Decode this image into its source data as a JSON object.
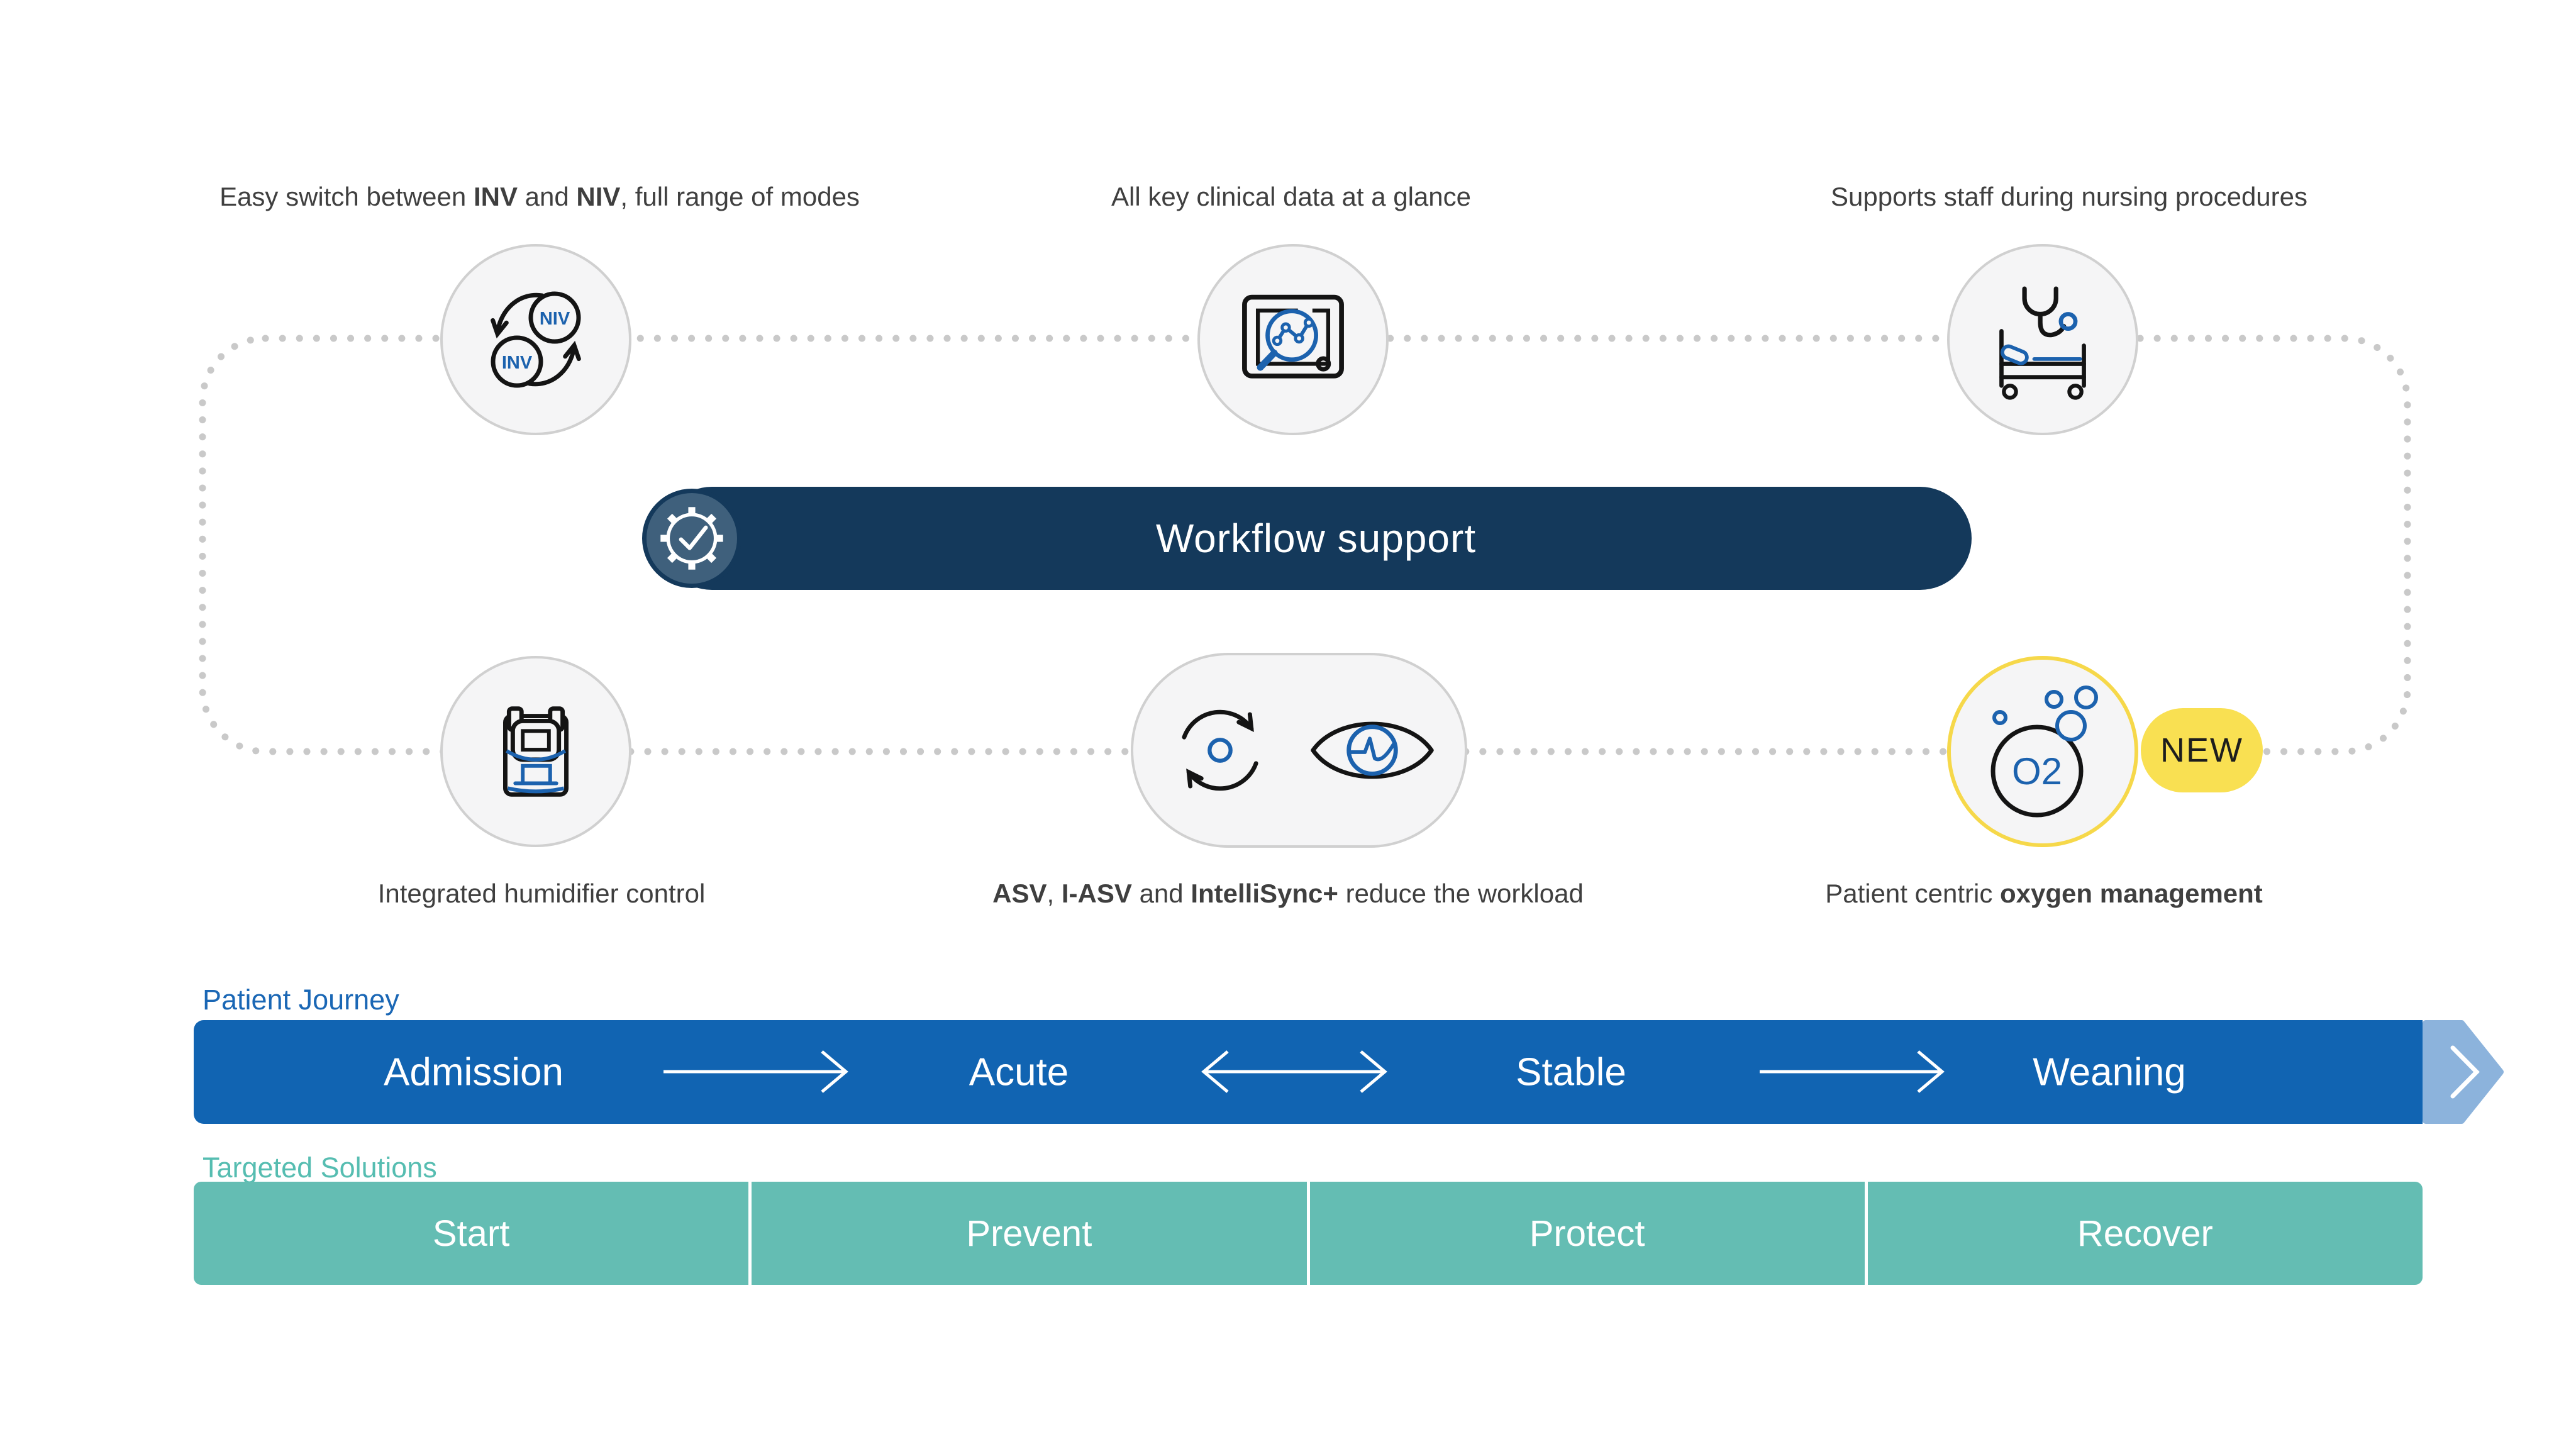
{
  "colors": {
    "navy_banner": "#14395b",
    "journey_blue": "#1164b2",
    "flag_light_blue": "#8cb3dc",
    "solutions_teal": "#64bdb3",
    "teal_label": "#56bdb1",
    "blue_label": "#1a67b5",
    "yellow_ring": "#f6d84a",
    "yellow_badge": "#f9e052",
    "icon_blue": "#1c62ae",
    "icon_black": "#141414",
    "dotted_gray": "#c9c9c9",
    "node_fill": "#f5f5f6",
    "text_gray": "#3f3f3f"
  },
  "features_top": [
    {
      "parts": [
        {
          "t": "Easy switch between "
        },
        {
          "t": "INV",
          "b": true
        },
        {
          "t": " and "
        },
        {
          "t": "NIV",
          "b": true
        },
        {
          "t": ", full range of modes"
        }
      ]
    },
    {
      "parts": [
        {
          "t": "All key clinical data at a glance"
        }
      ]
    },
    {
      "parts": [
        {
          "t": "Supports staff during nursing procedures"
        }
      ]
    }
  ],
  "features_bottom": [
    {
      "parts": [
        {
          "t": "Integrated humidifier control"
        }
      ]
    },
    {
      "parts": [
        {
          "t": "ASV",
          "b": true
        },
        {
          "t": ", "
        },
        {
          "t": "I-ASV",
          "b": true
        },
        {
          "t": " and "
        },
        {
          "t": "IntelliSync+",
          "b": true
        },
        {
          "t": " reduce the workload"
        }
      ]
    },
    {
      "parts": [
        {
          "t": "Patient centric "
        },
        {
          "t": "oxygen management",
          "b": true
        }
      ]
    }
  ],
  "banner": {
    "title": "Workflow support"
  },
  "icons": {
    "niv": "NIV",
    "inv": "INV",
    "o2": "O2"
  },
  "badge": {
    "new": "NEW"
  },
  "journey": {
    "label": "Patient Journey",
    "stages": [
      "Admission",
      "Acute",
      "Stable",
      "Weaning"
    ]
  },
  "solutions": {
    "label": "Targeted Solutions",
    "segments": [
      "Start",
      "Prevent",
      "Protect",
      "Recover"
    ]
  }
}
